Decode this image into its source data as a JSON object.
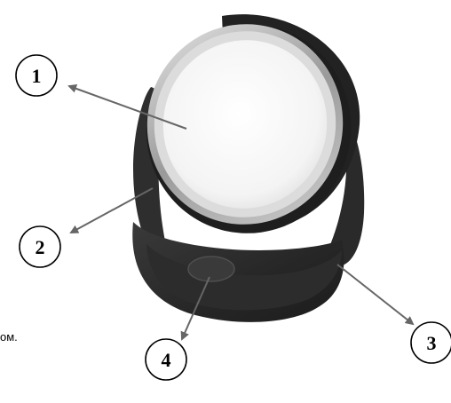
{
  "callouts": [
    {
      "id": "1",
      "label": "1"
    },
    {
      "id": "2",
      "label": "2"
    },
    {
      "id": "3",
      "label": "3"
    },
    {
      "id": "4",
      "label": "4"
    }
  ],
  "cut_off_text": "ом.",
  "colors": {
    "body": "#2b2b2b",
    "body_highlight": "#4a4a4a",
    "mirror_glass": "#f6f6f6",
    "chrome_ring": "#bfbfbf",
    "arrow": "#666666"
  }
}
